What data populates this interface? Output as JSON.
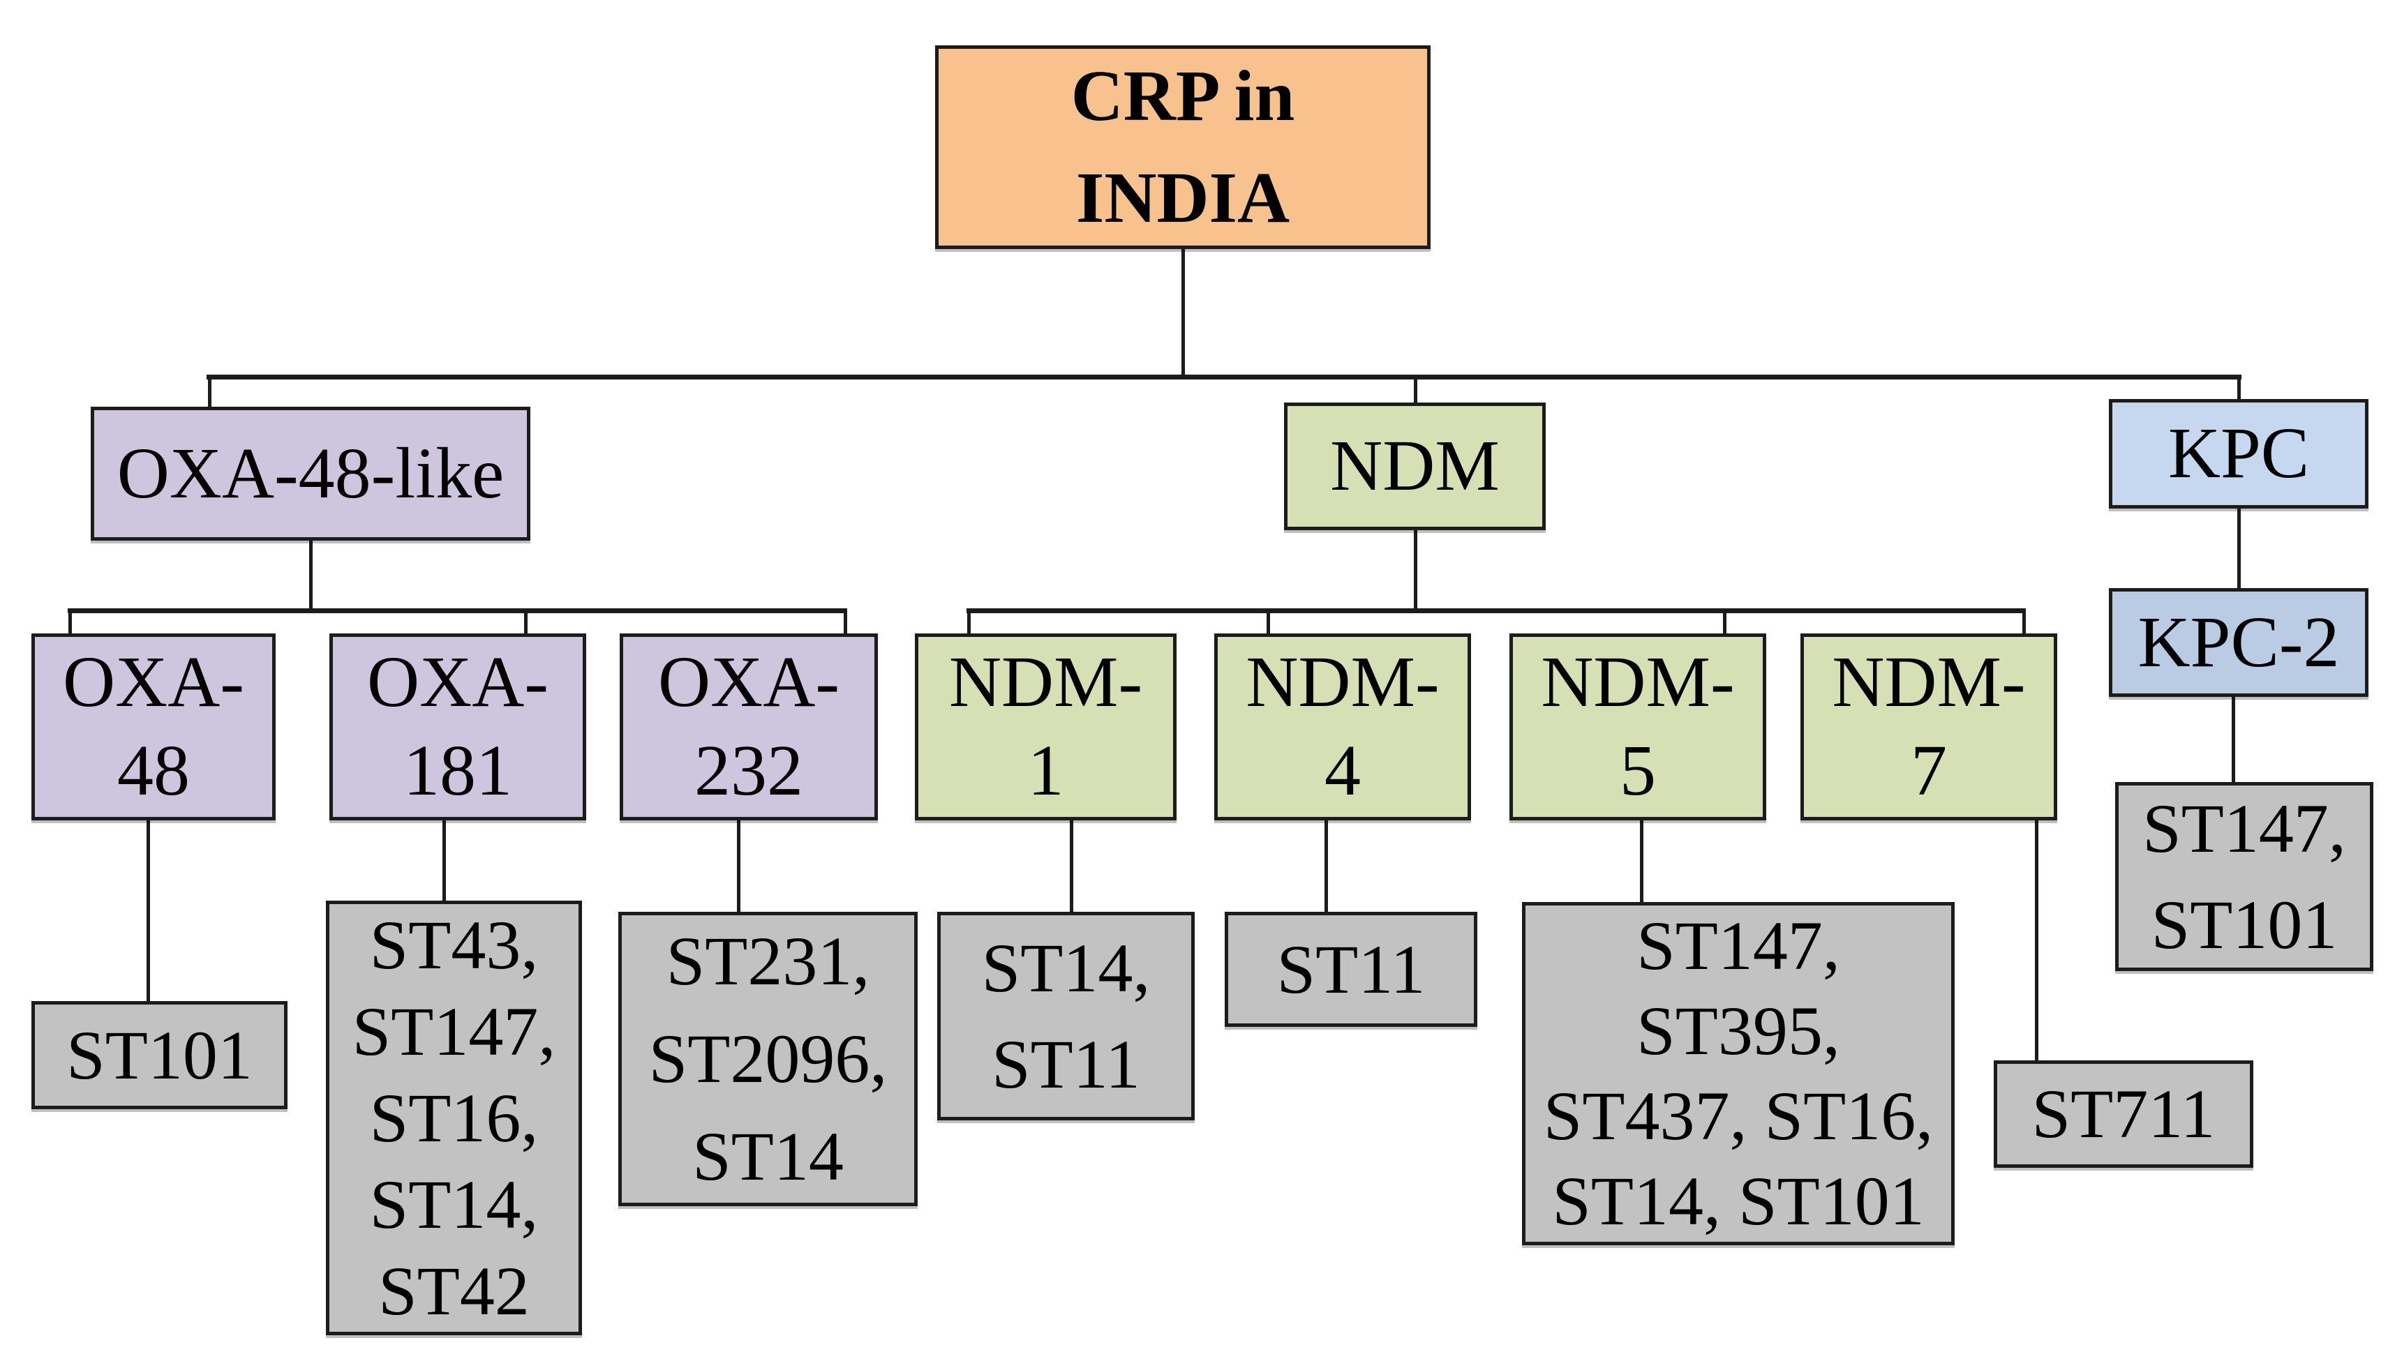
{
  "diagram_title": "CRP in INDIA",
  "colors": {
    "root_fill": "#F8C28E",
    "oxa_fill": "#CEC6DE",
    "ndm_fill": "#D7DFB5",
    "kpc_fill": "#C5D8F0",
    "kpc2_fill": "#BACCE3",
    "st_fill": "#C2C2C2",
    "line_color": "#1c1c1c"
  },
  "nodes": {
    "root": {
      "line1": "CRP in",
      "line2": "INDIA"
    },
    "oxa48like": {
      "label": "OXA-48-like"
    },
    "ndm": {
      "label": "NDM"
    },
    "kpc": {
      "label": "KPC"
    },
    "kpc2": {
      "label": "KPC-2"
    },
    "oxa48": {
      "line1": "OXA-",
      "line2": "48"
    },
    "oxa181": {
      "line1": "OXA-",
      "line2": "181"
    },
    "oxa232": {
      "line1": "OXA-",
      "line2": "232"
    },
    "ndm1": {
      "line1": "NDM-",
      "line2": "1"
    },
    "ndm4": {
      "line1": "NDM-",
      "line2": "4"
    },
    "ndm5": {
      "line1": "NDM-",
      "line2": "5"
    },
    "ndm7": {
      "line1": "NDM-",
      "line2": "7"
    },
    "st_oxa48": {
      "label": "ST101"
    },
    "st_oxa181": {
      "lines": [
        "ST43,",
        "ST147,",
        "ST16,",
        "ST14,",
        "ST42"
      ]
    },
    "st_oxa232": {
      "lines": [
        "ST231,",
        "ST2096,",
        "ST14"
      ]
    },
    "st_ndm1": {
      "lines": [
        "ST14,",
        "ST11"
      ]
    },
    "st_ndm4": {
      "label": "ST11"
    },
    "st_ndm5": {
      "lines": [
        "ST147,",
        "ST395,",
        "ST437, ST16,",
        "ST14, ST101"
      ]
    },
    "st_ndm7": {
      "label": "ST711"
    },
    "st_kpc2": {
      "lines": [
        "ST147,",
        "ST101"
      ]
    }
  }
}
